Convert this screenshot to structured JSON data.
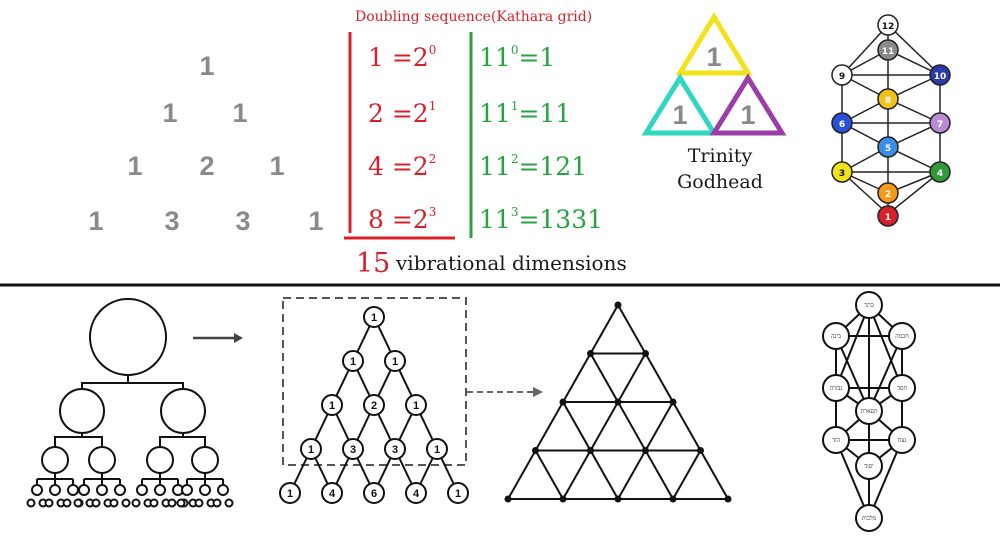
{
  "pascal_triangle": [
    [
      "1"
    ],
    [
      "1",
      "1"
    ],
    [
      "1",
      "2",
      "1"
    ],
    [
      "1",
      "3",
      "3",
      "1"
    ]
  ],
  "doubling": {
    "title": "Doubling sequence(Kathara grid)",
    "rows": [
      {
        "value": "1 =2",
        "exp": "0"
      },
      {
        "value": "2 =2",
        "exp": "1"
      },
      {
        "value": "4 =2",
        "exp": "2"
      },
      {
        "value": "8 =2",
        "exp": "3"
      }
    ]
  },
  "powers_of_eleven": [
    {
      "base": "11",
      "exp": "0",
      "result": "=1"
    },
    {
      "base": "11",
      "exp": "1",
      "result": "=11"
    },
    {
      "base": "11",
      "exp": "2",
      "result": "=121"
    },
    {
      "base": "11",
      "exp": "3",
      "result": "=1331"
    }
  ],
  "total": {
    "number": "15",
    "label": "vibrational dimensions"
  },
  "trinity": {
    "labels": [
      "Trinity",
      "Godhead"
    ],
    "values": [
      "1",
      "1",
      "1"
    ],
    "colors": [
      "#f2e21a",
      "#2fd6c0",
      "#9b3ea8"
    ]
  },
  "sefirot_numbers": [
    "12",
    "11",
    "10",
    "9",
    "8",
    "7",
    "6",
    "5",
    "4",
    "3",
    "2",
    "1"
  ],
  "pascal_diagram_rows": [
    [
      "1"
    ],
    [
      "1",
      "1"
    ],
    [
      "1",
      "2",
      "1"
    ],
    [
      "1",
      "3",
      "3",
      "1"
    ],
    [
      "1",
      "4",
      "6",
      "4",
      "1"
    ]
  ],
  "hebrew_tree_labels": [
    "כתר",
    "חכמה",
    "בינה",
    "חסד",
    "גבורה",
    "תפארת",
    "נצח",
    "הוד",
    "יסוד",
    "מלכות"
  ],
  "colors": {
    "red": "#d8202a",
    "green": "#27a33d",
    "grey": "#8a8a8a",
    "black": "#111111"
  }
}
